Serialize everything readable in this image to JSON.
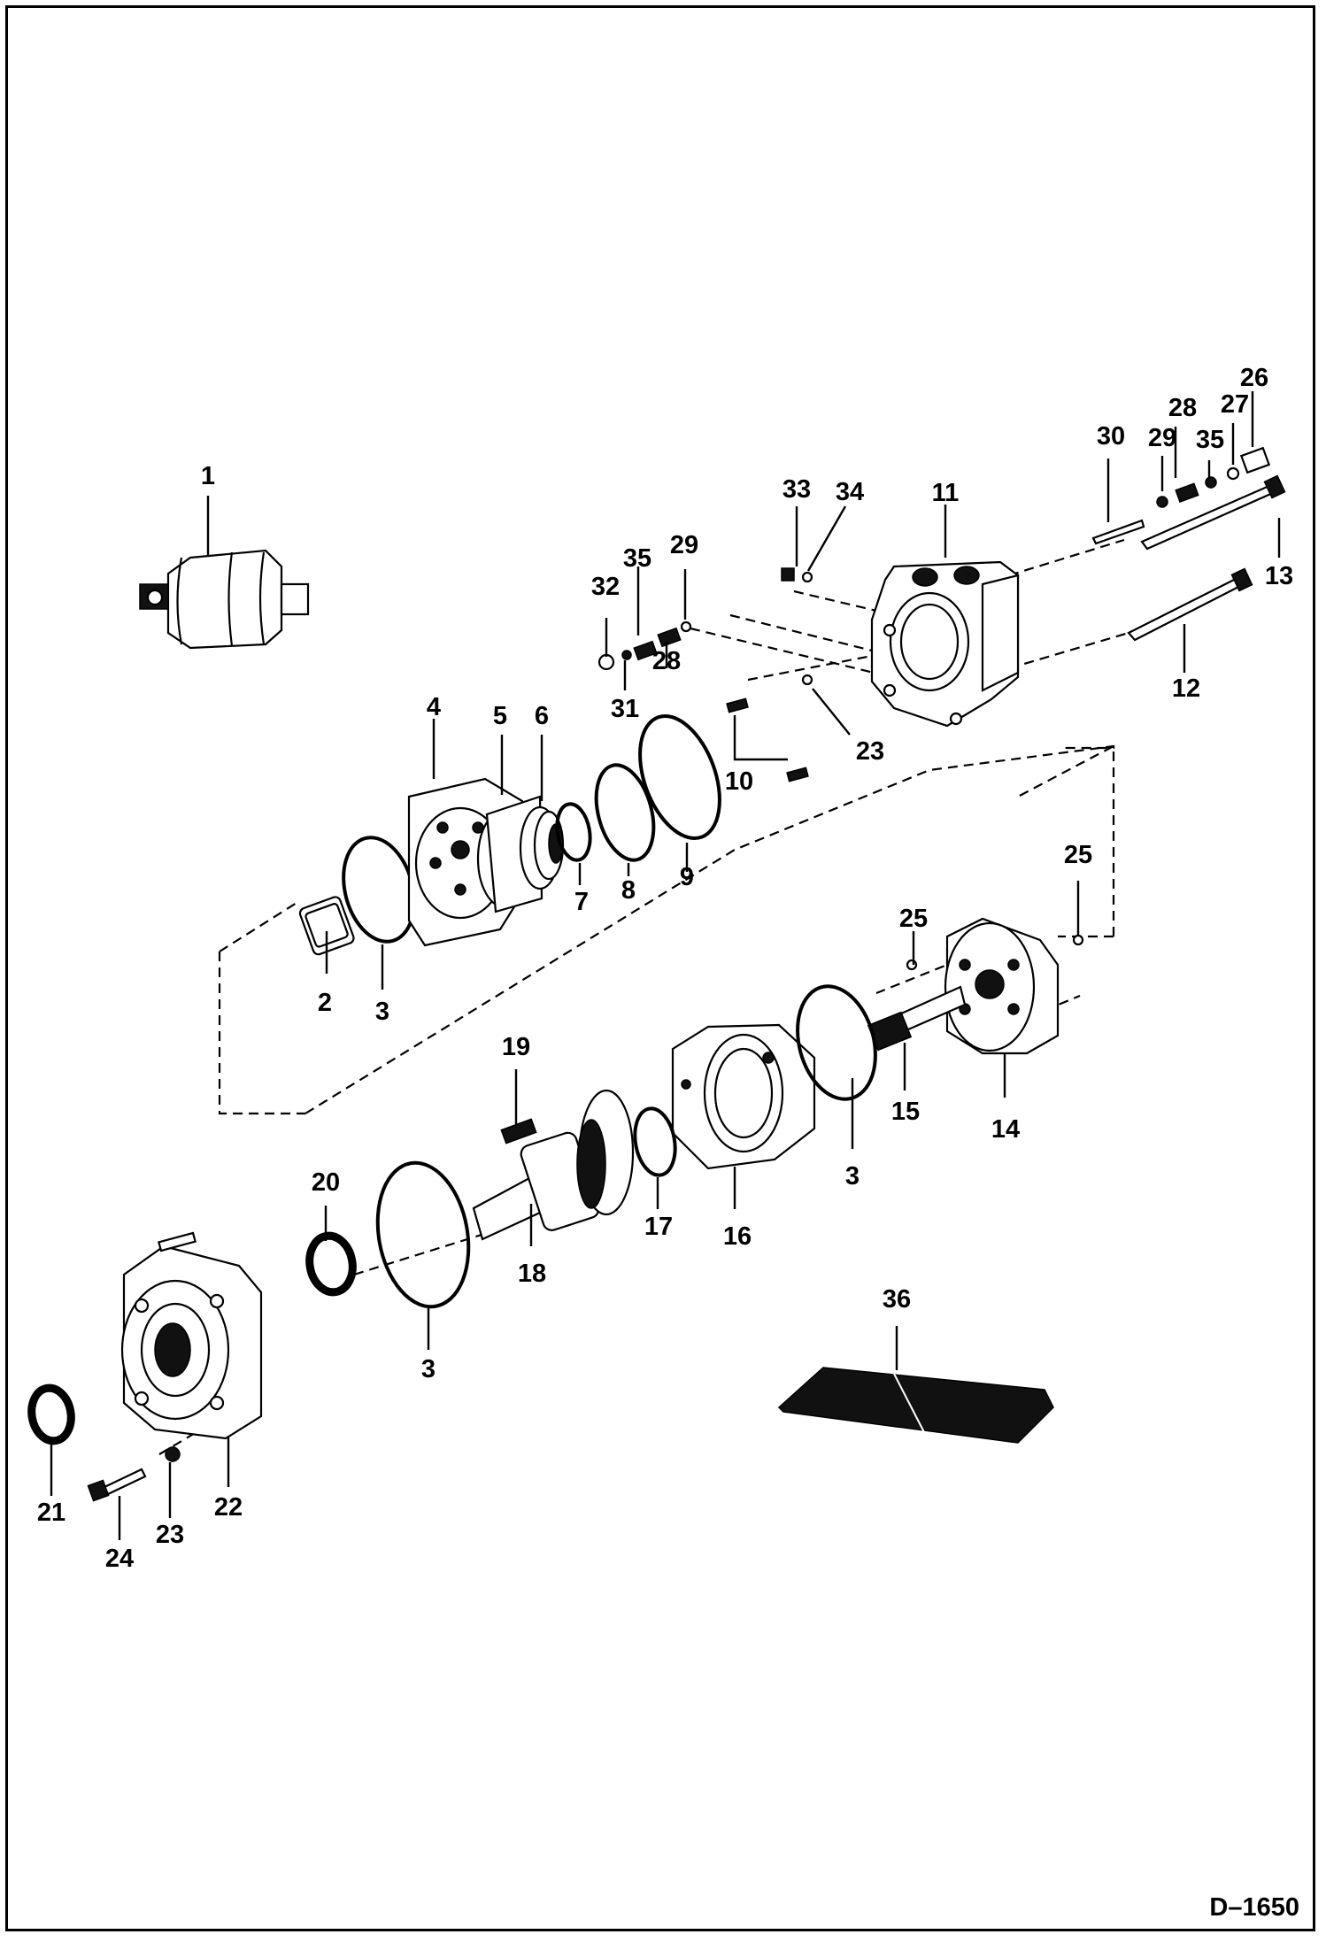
{
  "labels": {
    "l1": "1",
    "l2": "2",
    "l3a": "3",
    "l3b": "3",
    "l3c": "3",
    "l4": "4",
    "l5": "5",
    "l6": "6",
    "l7": "7",
    "l8": "8",
    "l9": "9",
    "l10": "10",
    "l11": "11",
    "l12": "12",
    "l13": "13",
    "l14": "14",
    "l15": "15",
    "l16": "16",
    "l17": "17",
    "l18": "18",
    "l19": "19",
    "l20": "20",
    "l21": "21",
    "l22": "22",
    "l23a": "23",
    "l23b": "23",
    "l24": "24",
    "l25a": "25",
    "l25b": "25",
    "l26": "26",
    "l27": "27",
    "l28a": "28",
    "l28b": "28",
    "l29a": "29",
    "l29b": "29",
    "l30": "30",
    "l31": "31",
    "l32": "32",
    "l33": "33",
    "l34": "34",
    "l35a": "35",
    "l35b": "35",
    "l36": "36"
  },
  "drawing_code": "D–1650"
}
